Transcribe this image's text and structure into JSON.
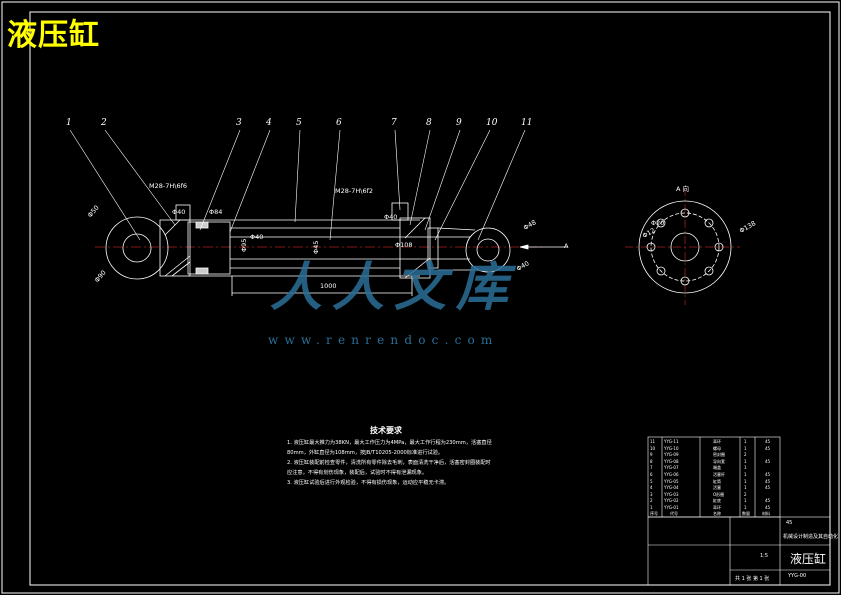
{
  "title": "液压缸",
  "watermark": {
    "brand": "人人文库",
    "url": "www.renrendoc.com"
  },
  "balloons": [
    "1",
    "2",
    "3",
    "4",
    "5",
    "6",
    "7",
    "8",
    "9",
    "10",
    "11"
  ],
  "dimensions": {
    "thread_left": "M28-7H\\6f6",
    "thread_right": "M28-7H\\6f2",
    "d_end_left": "Φ50",
    "d_end_left2": "Φ90",
    "d_40": "Φ40",
    "d_84": "Φ84",
    "d_40b": "Φ40",
    "d_95": "Φ95",
    "d_40c": "Φ40",
    "d_right": "Φ48",
    "d_right2": "Φ40",
    "len_1000": "1000",
    "d_108": "Φ108",
    "d_rod": "Φ45",
    "r_20": "Φ20",
    "r_12": "Φ12",
    "r_138": "Φ138",
    "arrow_a": "A",
    "view_a": "A 向"
  },
  "tech_requirements": {
    "title": "技术要求",
    "lines": [
      "1. 液压缸最大推力为38KN，最大工作压力为4MPa，最大工作行程为230mm，活塞直径",
      "80mm，外缸直径为108mm，按JB/T10205-2000标准进行试验。",
      "2. 液压缸装配前检查零件，清洗所有零件除去毛刺，表面清洗干净后，活塞密封圈装配时",
      "应注意，不得有划伤现象，装配后，试验时不得有泄漏现象。",
      "3. 液压缸试验后进行外观检验，不得有损伤现象，运动应平稳无卡滞。"
    ]
  },
  "title_block": {
    "drawing_name": "液压缸",
    "scale": "1:5",
    "sheet": "共 1 张  第 1 张",
    "school": "机械设计制造及其自动化",
    "code": "YYG-00",
    "material": "45",
    "rows": [
      {
        "no": "11",
        "code": "YYG-11",
        "name": "耳环",
        "qty": "1",
        "mat": "45"
      },
      {
        "no": "10",
        "code": "YYG-10",
        "name": "螺母",
        "qty": "1",
        "mat": "45"
      },
      {
        "no": "9",
        "code": "YYG-09",
        "name": "密封圈",
        "qty": "2",
        "mat": ""
      },
      {
        "no": "8",
        "code": "YYG-08",
        "name": "导向套",
        "qty": "1",
        "mat": "45"
      },
      {
        "no": "7",
        "code": "YYG-07",
        "name": "端盖",
        "qty": "1",
        "mat": ""
      },
      {
        "no": "6",
        "code": "YYG-06",
        "name": "活塞杆",
        "qty": "1",
        "mat": "45"
      },
      {
        "no": "5",
        "code": "YYG-05",
        "name": "缸筒",
        "qty": "1",
        "mat": "45"
      },
      {
        "no": "4",
        "code": "YYG-04",
        "name": "活塞",
        "qty": "1",
        "mat": "45"
      },
      {
        "no": "3",
        "code": "YYG-03",
        "name": "O形圈",
        "qty": "2",
        "mat": ""
      },
      {
        "no": "2",
        "code": "YYG-02",
        "name": "缸底",
        "qty": "1",
        "mat": "45"
      },
      {
        "no": "1",
        "code": "YYG-01",
        "name": "耳环",
        "qty": "1",
        "mat": "45"
      }
    ],
    "headers": {
      "no": "序号",
      "code": "代号",
      "name": "名称",
      "qty": "数量",
      "mat": "材料"
    }
  }
}
